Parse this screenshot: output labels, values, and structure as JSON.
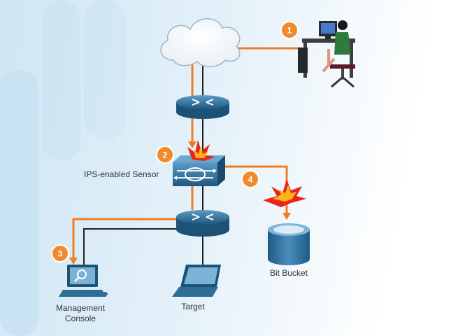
{
  "labels": {
    "sensor": "IPS-enabled Sensor",
    "bit_bucket": "Bit Bucket",
    "target": "Target",
    "management_console": "Management\nConsole"
  },
  "badges": [
    "1",
    "2",
    "3",
    "4"
  ],
  "colors": {
    "attack_path": "#f07d24",
    "link": "#222222",
    "device_blue": "#2e6e96",
    "badge_fill": "#f08a2c"
  },
  "icons": {
    "cloud": "cloud-icon",
    "attacker": "attacker-workstation-icon",
    "router": "router-icon",
    "sensor": "ips-sensor-icon",
    "explosion": "explosion-icon",
    "bit_bucket": "database-cylinder-icon",
    "console": "management-console-icon",
    "target": "laptop-icon"
  }
}
